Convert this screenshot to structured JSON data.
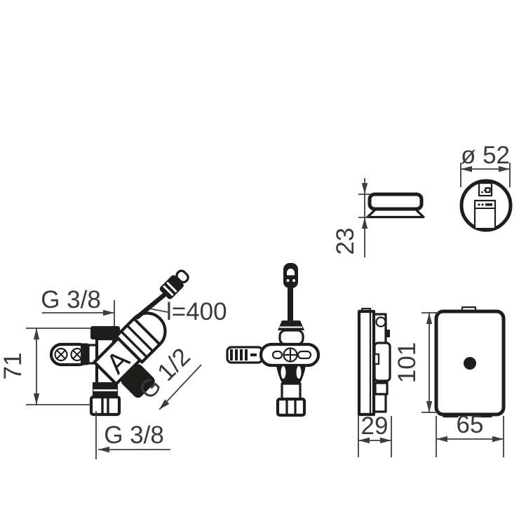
{
  "dims": {
    "cover_diameter": "ø 52",
    "cover_depth": "23",
    "top_connection": "G 3/8",
    "cable_length": "l=400",
    "mount_height": "71",
    "outlet_connection": "G 1/2",
    "bottom_connection": "G 3/8",
    "valve_marker": "A",
    "box_height": "101",
    "box_depth": "29",
    "box_width": "65"
  },
  "icons": {
    "sensor_window": "sensor-window-icon",
    "control_module": "control-module-icon",
    "screw": "screw-cross-icon",
    "indicator": "indicator-dot-icon"
  },
  "colors": {
    "outline": "#1d1d1b",
    "dimension_lines": "#3e3e3c",
    "text": "#3a3a38",
    "background": "#ffffff"
  }
}
